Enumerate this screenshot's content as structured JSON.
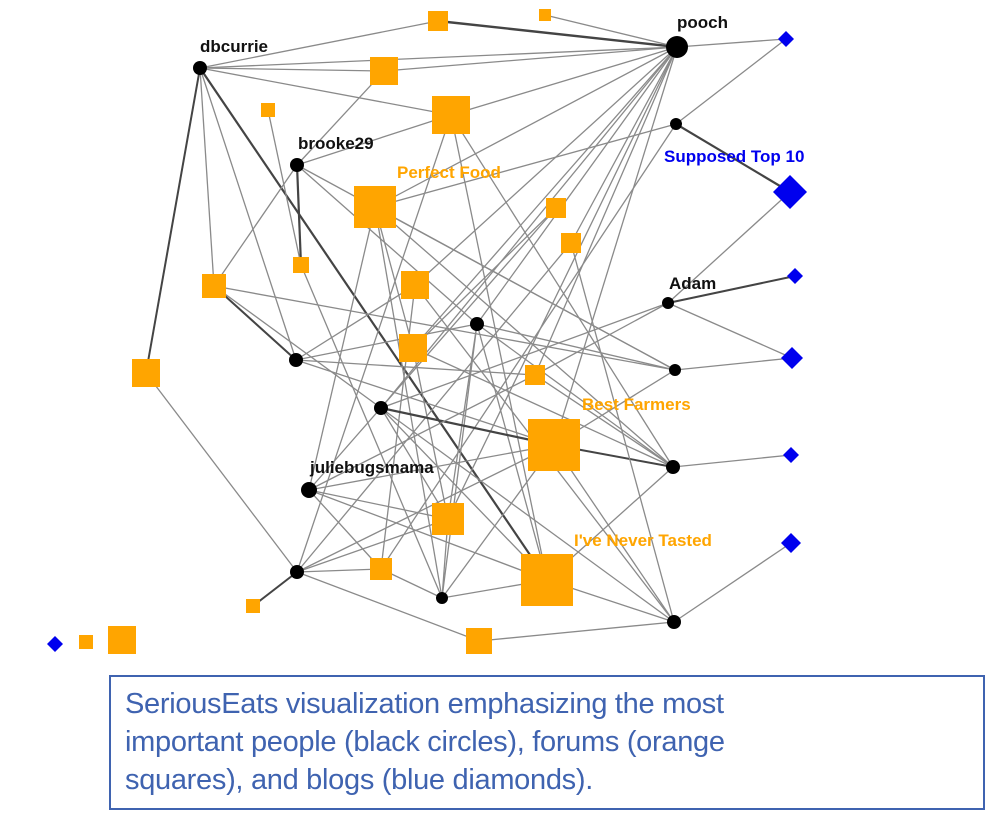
{
  "legend": {
    "person_color": "#000000",
    "forum_color": "#FFA500",
    "blog_color": "#0000EE",
    "edge_color": "#555555"
  },
  "labels": {
    "dbcurrie": "dbcurrie",
    "pooch": "pooch",
    "brooke29": "brooke29",
    "adam": "Adam",
    "juliebugsmama": "juliebugsmama",
    "perfect_food": "Perfect Food",
    "best_farmers": "Best Farmers",
    "never_tasted": "I've Never Tasted",
    "supposed_top10": "Supposed Top 10"
  },
  "caption": {
    "text": "SeriousEats visualization emphasizing the most important people (black circles), forums (orange squares), and blogs (blue diamonds)."
  }
}
